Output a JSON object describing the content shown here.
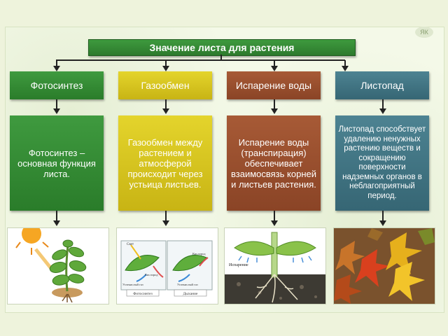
{
  "title": "Значение листа для растения",
  "logo_text": "ЯК",
  "columns": [
    {
      "heading": "Фотосинтез",
      "text": "Фотосинтез – основная функция листа.",
      "image_icon": "photosynthesis-plant-illustration"
    },
    {
      "heading": "Газообмен",
      "text": "Газообмен между растением и атмосферой происходит через устьица листьев.",
      "image_icon": "gas-exchange-diagram"
    },
    {
      "heading": "Испарение воды",
      "text": "Испарение воды (транспирация) обеспечивает взаимосвязь корней и листьев растения.",
      "image_icon": "transpiration-diagram"
    },
    {
      "heading": "Листопад",
      "text": "Листопад способствует удалению ненужных растению веществ и сокращению поверхности надземных органов в неблагоприятный период.",
      "image_icon": "autumn-leaves-photo"
    }
  ],
  "gas_exchange_labels": {
    "light": "Свет",
    "oxygen": "Кислород",
    "co2": "Углекислый газ",
    "photosynthesis": "Фотосинтез",
    "respiration": "Дыхание"
  },
  "transpiration_label": "Испарение",
  "colors": {
    "photosynthesis": "#2f852f",
    "gas_exchange": "#d4c21c",
    "transpiration": "#9a4e2e",
    "leaf_fall": "#427585"
  }
}
